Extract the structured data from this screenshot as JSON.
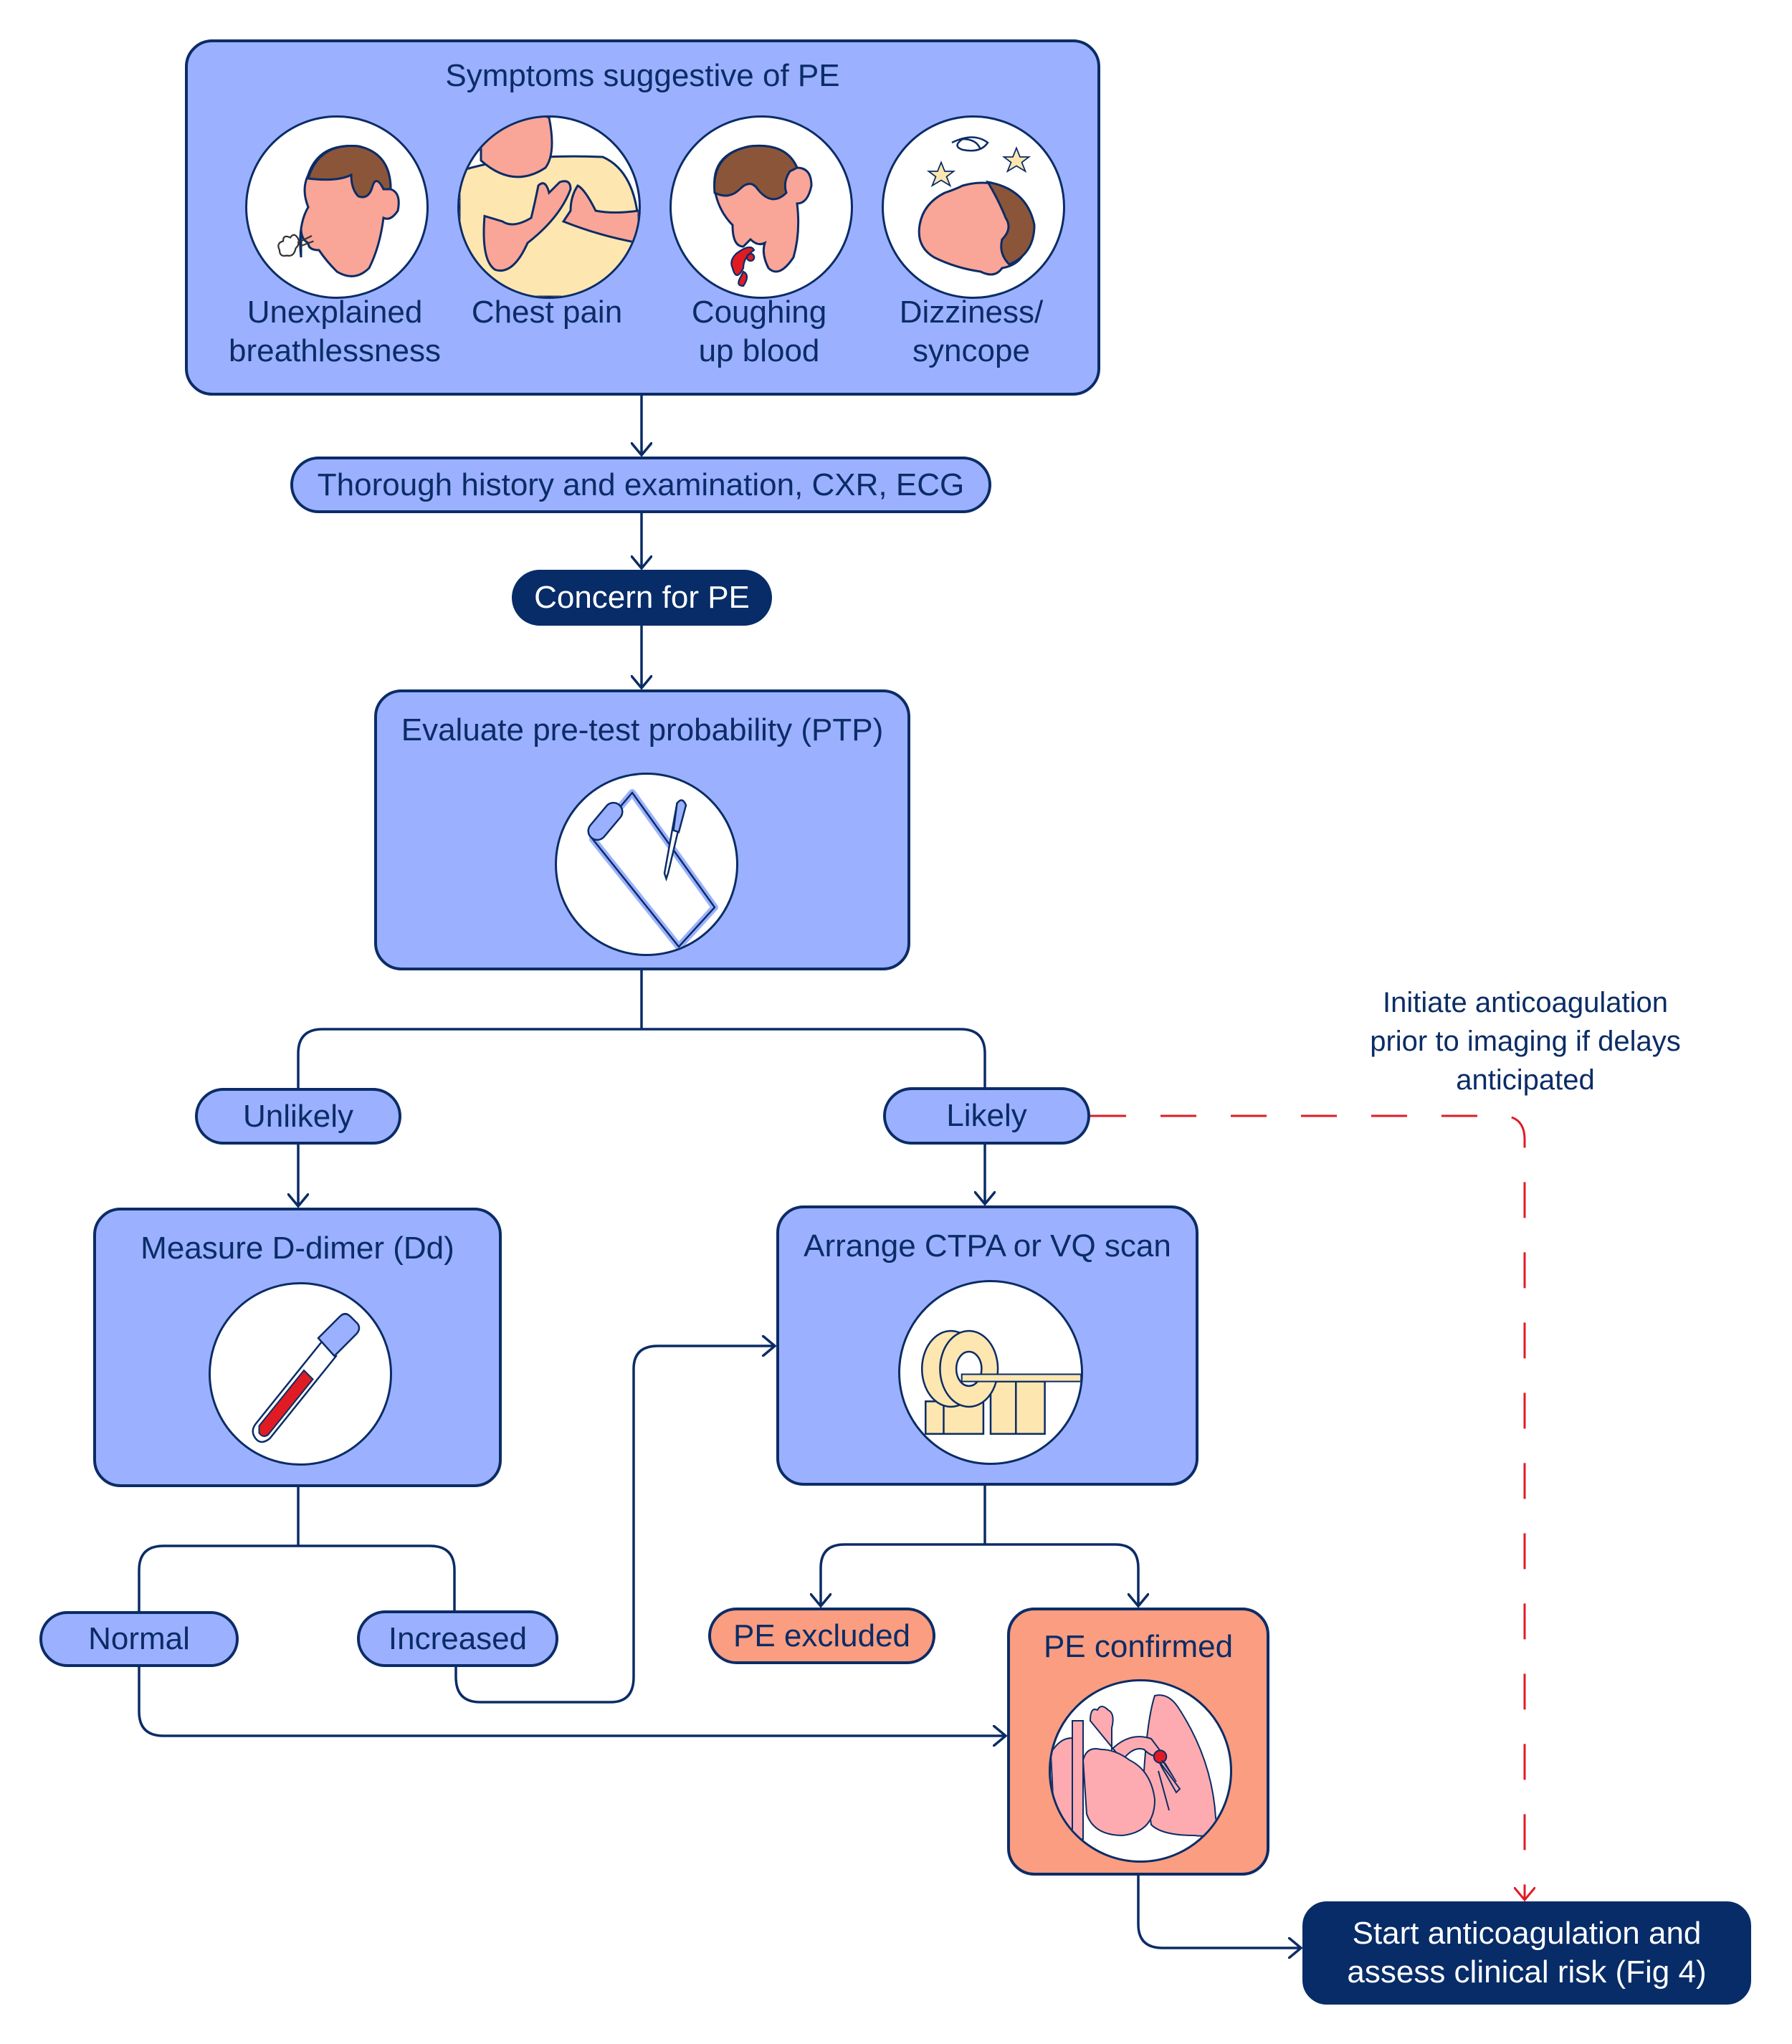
{
  "colors": {
    "navy": "#0b2c66",
    "box_blue": "#9bb1ff",
    "salmon": "#fa9d80",
    "dashed_red": "#e01b24",
    "skin": "#f9a597",
    "hair": "#8b553a",
    "shirt": "#fde6b0"
  },
  "symptoms": {
    "title": "Symptoms suggestive of PE",
    "items": [
      {
        "label_line1": "Unexplained",
        "label_line2": "breathlessness",
        "icon": "breathless-face-icon"
      },
      {
        "label_line1": "Chest pain",
        "label_line2": "",
        "icon": "chest-pain-icon"
      },
      {
        "label_line1": "Coughing",
        "label_line2": "up blood",
        "icon": "coughing-blood-icon"
      },
      {
        "label_line1": "Dizziness/",
        "label_line2": "syncope",
        "icon": "dizziness-icon"
      }
    ]
  },
  "steps": {
    "history": "Thorough history and examination, CXR, ECG",
    "concern": "Concern for PE",
    "evaluate": "Evaluate pre-test probability (PTP)",
    "unlikely": "Unlikely",
    "likely": "Likely",
    "measure": "Measure D-dimer (Dd)",
    "arrange": "Arrange CTPA or VQ scan",
    "normal": "Normal",
    "increased": "Increased",
    "excluded": "PE excluded",
    "confirmed": "PE confirmed",
    "start_line1": "Start anticoagulation and",
    "start_line2": "assess clinical risk (Fig 4)"
  },
  "annotation": {
    "line1": "Initiate anticoagulation",
    "line2": "prior to imaging if delays",
    "line3": "anticipated"
  },
  "icons": {
    "evaluate": "clipboard-pen-icon",
    "measure": "blood-test-tube-icon",
    "arrange": "ct-scanner-icon",
    "confirmed": "heart-lung-clot-icon"
  }
}
